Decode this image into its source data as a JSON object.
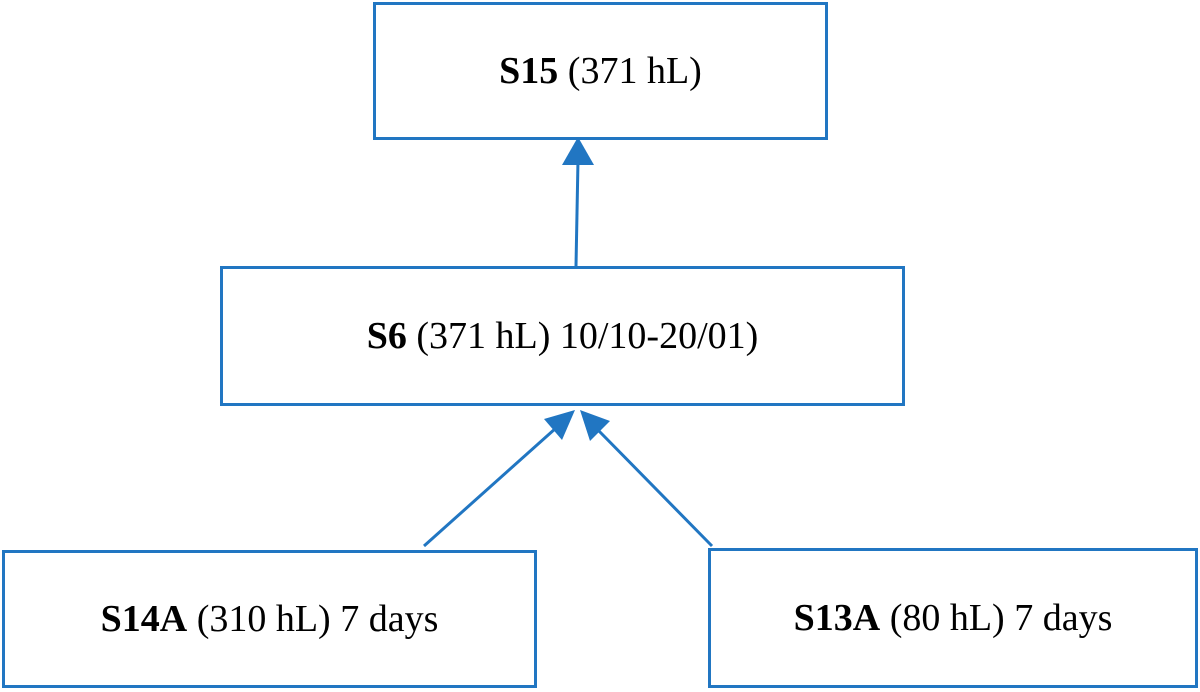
{
  "diagram": {
    "colors": {
      "border": "#2176c2",
      "arrow": "#2176c2",
      "text": "#000000"
    },
    "nodes": {
      "s15": {
        "id": "S15",
        "detail": "(371 hL)"
      },
      "s6": {
        "id": "S6",
        "detail": "(371 hL) 10/10-20/01)"
      },
      "s14a": {
        "id": "S14A",
        "detail": "(310 hL) 7 days"
      },
      "s13a": {
        "id": "S13A",
        "detail": "(80 hL) 7 days"
      }
    },
    "edges": [
      {
        "from": "S6",
        "to": "S15"
      },
      {
        "from": "S14A",
        "to": "S6"
      },
      {
        "from": "S13A",
        "to": "S6"
      }
    ]
  }
}
